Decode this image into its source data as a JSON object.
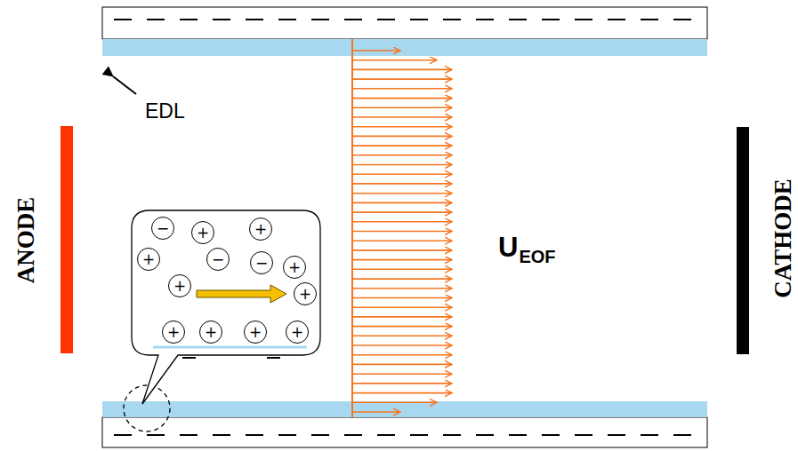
{
  "diagram": {
    "nodes": [
      {
        "text": [
          "−"
        ]
      },
      {
        "text": [
          "+"
        ]
      },
      {
        "text": [
          "+"
        ]
      },
      {
        "text": [
          "+"
        ]
      },
      {
        "text": [
          "−"
        ]
      },
      {
        "text": [
          "−"
        ]
      },
      {
        "text": [
          "+"
        ]
      },
      {
        "text": [
          "+"
        ]
      },
      {
        "text": [
          "+"
        ]
      },
      {
        "text": [
          "+"
        ]
      },
      {
        "text": [
          "+"
        ]
      },
      {
        "text": [
          "+"
        ]
      },
      {
        "text": [
          "+"
        ]
      }
    ],
    "labels": [
      "ANODE",
      "EDL",
      "U",
      "EOF",
      "CATHODE"
    ]
  }
}
